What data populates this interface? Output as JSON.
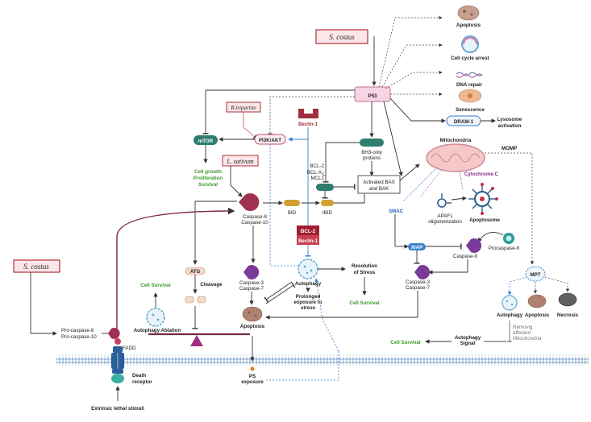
{
  "title_boxes": {
    "s_costus_top": "S. costus",
    "s_costus_left": "S. costus",
    "r_tripartite": "R.tripartite",
    "l_sativum": "L. sativum"
  },
  "nodes": {
    "p53": "P53",
    "pi3k_akt": "PI3K/AKT",
    "mtor": "mTOR",
    "beclin1_top": "Beclin-1",
    "beclin1_mid": "Beclin-1",
    "bcl2_mid": "BCL-2",
    "bh3_only_l1": "BH3-only",
    "bh3_only_l2": "proteins",
    "bcl_family_l1": "BCL-2",
    "bcl_family_l2": "BCL-X",
    "bcl_family_sub": "L",
    "bcl_family_l3": "MCL1",
    "activated_bax_l1": "Activated BAX",
    "activated_bax_l2": "and BAK",
    "mitochondria": "Mitochondria",
    "momp": "MOMP",
    "cytochrome_c": "Cytochrome C",
    "smac": "SMAC",
    "apaf1_l1": "APAF1",
    "apaf1_l2": "oligomerization",
    "apoptosome": "Apoptosome",
    "procaspase9": "Procaspase-9",
    "xiap": "XIAP",
    "caspase9": "Caspase-9",
    "caspase37_right_l1": "Caspase-3",
    "caspase37_right_l2": "Caspase-7",
    "mpt": "MPT",
    "autophagy_right": "Autophagy",
    "apoptosis_right": "Apoptosis",
    "necrosis": "Necrosis",
    "removig_l1": "Removig",
    "removig_l2": "affected",
    "removig_l3": "Mitochondria",
    "autophagy_signal_l1": "Autophagy",
    "autophagy_signal_l2": "Signal",
    "cell_survival_right": "Cell Survival",
    "dram1": "DRAM-1",
    "lysosome_l1": "Lysosome",
    "lysosome_l2": "activation",
    "apoptosis_top": "Apoptosis",
    "cell_cycle_arrest": "Cell cycle arrest",
    "dna_repair": "DNA repair",
    "senescence": "Senescence",
    "cell_growth_l1": "Cell growth",
    "cell_growth_l2": "Proliferation",
    "cell_growth_l3": "Survival",
    "caspase810_l1": "Caspase-8",
    "caspase810_l2": "Caspase-10",
    "bid": "BID",
    "tbid": "tBID",
    "atg": "ATG",
    "cleavage": "Cleavage",
    "cell_survival_left": "Cell Survival",
    "autophagy_ablation": "Autophagy Ablation",
    "caspase37_mid_l1": "Caspase-3",
    "caspase37_mid_l2": "Caspase-7",
    "apoptosis_mid": "Apoptosis",
    "autophagy_mid": "Autophagy",
    "prolonged_l1": "Prolonged",
    "prolonged_l2": "exposure to",
    "prolonged_l3": "stress",
    "resolution_l1": "Resolution",
    "resolution_l2": "of Stress",
    "cell_survival_mid": "Cell Survival",
    "ps_l1": "PS",
    "ps_l2": "exposure",
    "procaspase810_l1": "Pro-caspase-8",
    "procaspase810_l2": "Pro-caspase-10",
    "fadd": "FADD",
    "death_receptor_l1": "Death",
    "death_receptor_l2": "receptor",
    "extrinsic_stimuli": "Extrinsic lethal stimuli"
  },
  "colors": {
    "teal": "#2e7d6e",
    "pink_box": "#f6d4e4",
    "red_outline": "#b0303a",
    "maroon": "#7a2840",
    "purple": "#7a3a8a",
    "blue_arrow": "#3b7fd0",
    "green_text": "#3a9a2a",
    "membrane": "#8fb0d0"
  }
}
